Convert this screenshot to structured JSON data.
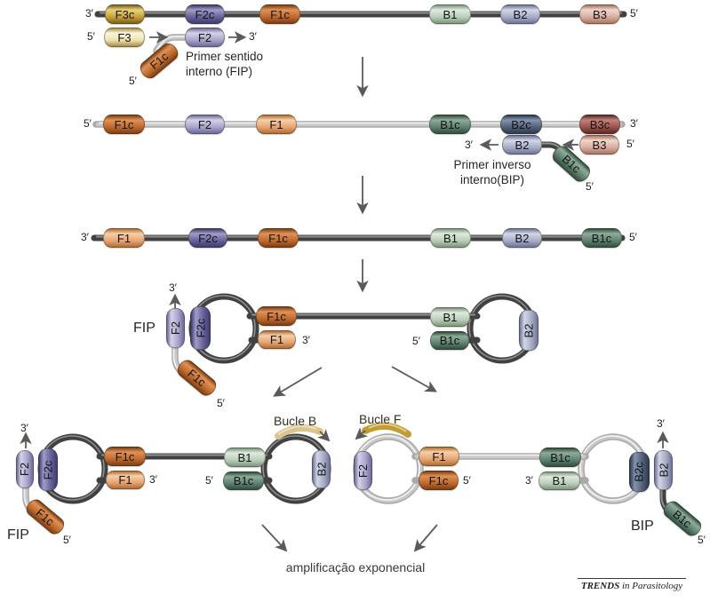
{
  "colors": {
    "strand_dark": "#414141",
    "strand_light": "#bdbdbd",
    "gold_dark": "#c6a238",
    "gold_light": "#eee3b4",
    "purple_dark": "#66629a",
    "purple_light": "#a8a4cc",
    "orange_dark": "#bf6a2d",
    "orange_light": "#e6a473",
    "green_light": "#b9cdb9",
    "green_dark": "#5d8070",
    "blue_light": "#a6abc6",
    "blue_dark": "#526178",
    "pink_light": "#d9ad9e",
    "red_dark": "#9e524e",
    "loop_arc_gold": "#c09c35",
    "loop_arc_tan": "#dcc48e",
    "arrow_gray": "#5a5a5a"
  },
  "row1": {
    "left_end": "3′",
    "right_end": "5′",
    "segments": [
      {
        "label": "F3c"
      },
      {
        "label": "F2c"
      },
      {
        "label": "F1c"
      },
      {
        "label": "B1"
      },
      {
        "label": "B2"
      },
      {
        "label": "B3"
      }
    ]
  },
  "fip_primer": {
    "five_prime": "5′",
    "f3": "F3",
    "f2": "F2",
    "three_prime": "3′",
    "arm": "F1c",
    "arm_five_prime": "5′",
    "caption_line1": "Primer sentido",
    "caption_line2": "interno (FIP)"
  },
  "row2": {
    "left_end": "5′",
    "right_end": "3′",
    "segments": [
      {
        "label": "F1c"
      },
      {
        "label": "F2"
      },
      {
        "label": "F1"
      },
      {
        "label": "B1c"
      },
      {
        "label": "B2c"
      },
      {
        "label": "B3c"
      }
    ]
  },
  "bip_primer": {
    "three_prime": "3′",
    "b2": "B2",
    "b3": "B3",
    "b3_five_prime": "5′",
    "arm": "B1c",
    "arm_five_prime": "5′",
    "caption_line1": "Primer inverso",
    "caption_line2": "interno(BIP)"
  },
  "row3": {
    "left_end": "3′",
    "right_end": "5′",
    "segments": [
      {
        "label": "F1"
      },
      {
        "label": "F2c"
      },
      {
        "label": "F1c"
      },
      {
        "label": "B1"
      },
      {
        "label": "B2"
      },
      {
        "label": "B1c"
      }
    ]
  },
  "dumbbell": {
    "fip": "FIP",
    "three_prime": "3′",
    "f2": "F2",
    "f2c": "F2c",
    "f1c_top": "F1c",
    "f1_bottom": "F1",
    "f1_three_prime": "3′",
    "arm": "F1c",
    "arm_five_prime": "5′",
    "b1_top": "B1",
    "b1c_bottom": "B1c",
    "b1c_five_prime": "5′",
    "b2": "B2"
  },
  "bottom_left": {
    "bucle_b": "Bucle B",
    "fip": "FIP",
    "three_prime": "3′",
    "f2": "F2",
    "f2c": "F2c",
    "f1c_top": "F1c",
    "f1_bottom": "F1",
    "f1_three_prime": "3′",
    "arm": "F1c",
    "arm_five_prime": "5′",
    "b1_top": "B1",
    "b1c_bottom": "B1c",
    "b1c_five_prime": "5′",
    "b2": "B2"
  },
  "bottom_right": {
    "bucle_f": "Bucle F",
    "bip": "BIP",
    "f2": "F2",
    "f1_top": "F1",
    "f1c_bottom": "F1c",
    "f1c_five_prime": "5′",
    "b1c_top": "B1c",
    "b1_bottom": "B1",
    "b1_three_prime": "3′",
    "b2c": "B2c",
    "b2": "B2",
    "b2_three_prime": "3′",
    "arm": "B1c",
    "arm_five_prime": "5′"
  },
  "footer": {
    "result": "amplificação exponencial",
    "journal_bold": "TRENDS",
    "journal_rest": " in Parasitology"
  }
}
